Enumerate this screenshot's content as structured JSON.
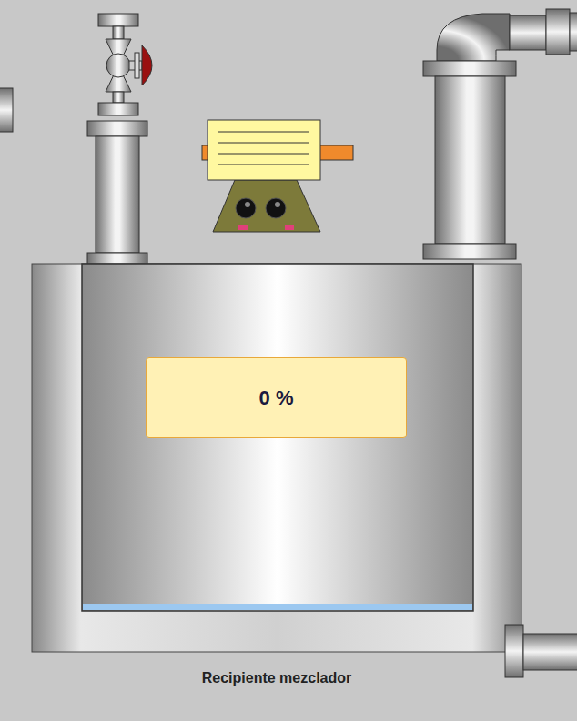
{
  "diagram": {
    "nodes": [
      {
        "text": [
          "Recipiente mezclador"
        ]
      },
      {
        "text": [
          "0 %"
        ],
        "in": 0
      }
    ]
  }
}
